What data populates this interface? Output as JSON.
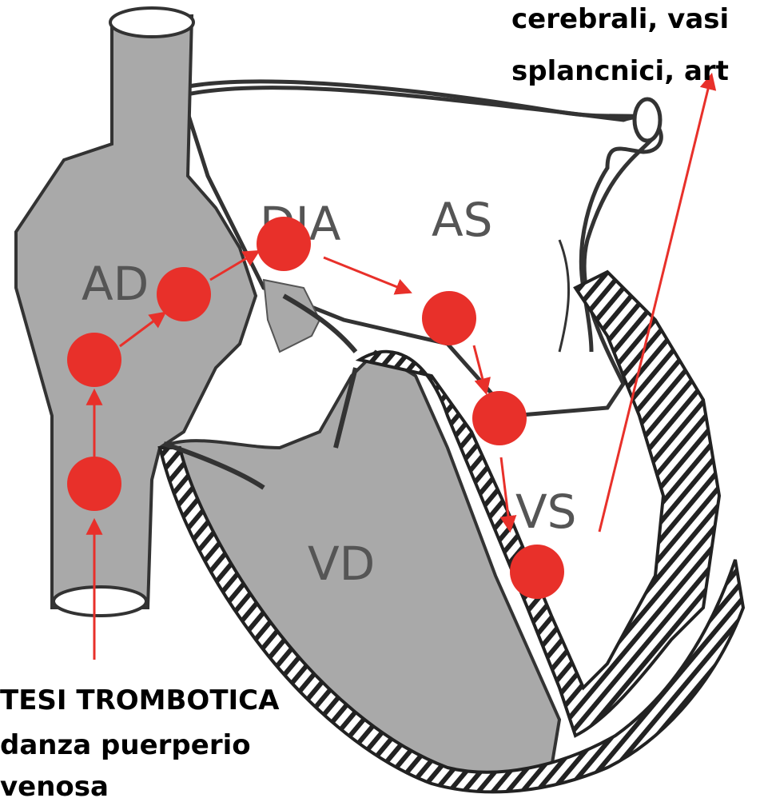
{
  "chamber_labels": {
    "ad": "AD",
    "dia": "DIA",
    "as": "AS",
    "vd": "VD",
    "vs": "VS"
  },
  "caption_top": {
    "line1": "cerebrali, vasi",
    "line2": "splancnici, art"
  },
  "caption_bottom": {
    "line1": "TESI TROMBOTICA",
    "line2": "danza puerperio",
    "line3": "venosa"
  },
  "colors": {
    "marker": "#e8302a",
    "arrow": "#e8302a",
    "tissue": "#a9a9a9",
    "wall_stripe": "#222222",
    "outline": "#333333"
  }
}
